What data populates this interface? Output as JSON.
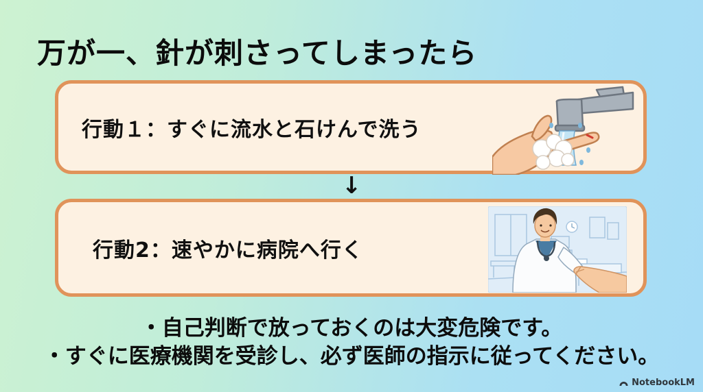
{
  "title": "万が一、針が刺さってしまったら",
  "flow": {
    "arrow_glyph": "↓",
    "steps": [
      {
        "label": "行動１：すぐに流水と石けんで洗う",
        "illustration": "handwashing-under-faucet"
      },
      {
        "label": "行動2：速やかに病院へ行く",
        "illustration": "doctor-examining-hand"
      }
    ]
  },
  "notes": [
    "・自己判断で放っておくのは大変危険です。",
    "・すぐに医療機関を受診し、必ず医師の指示に従ってください。"
  ],
  "watermark": {
    "brand": "NotebookLM"
  },
  "icons": {
    "arrow_down": "down-arrow-icon",
    "logo": "notebooklm-logo-icon"
  },
  "colors": {
    "background_left": "#cdf2d1",
    "background_right": "#a6dcf6",
    "box_fill": "#fdf1e2",
    "box_border": "#e0935a",
    "text": "#0c0c0c"
  }
}
